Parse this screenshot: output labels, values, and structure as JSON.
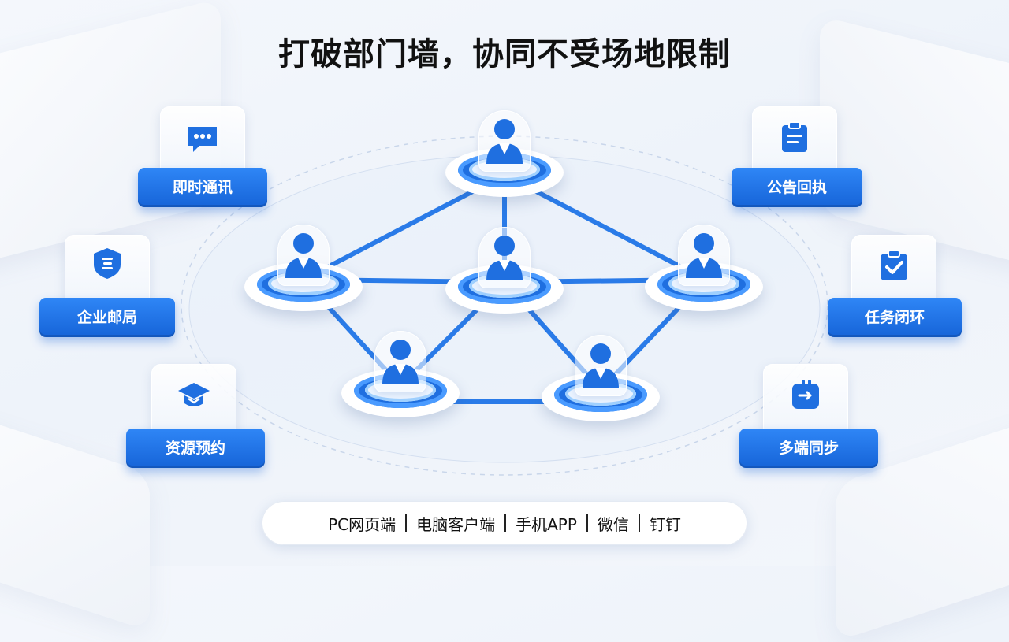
{
  "title": "打破部门墙，协同不受场地限制",
  "features": [
    {
      "label": "即时通讯",
      "icon": "chat-bubble-icon"
    },
    {
      "label": "企业邮局",
      "icon": "mail-shield-icon"
    },
    {
      "label": "资源预约",
      "icon": "mortarboard-icon"
    },
    {
      "label": "公告回执",
      "icon": "clipboard-icon"
    },
    {
      "label": "任务闭环",
      "icon": "checklist-icon"
    },
    {
      "label": "多端同步",
      "icon": "sync-device-icon"
    }
  ],
  "platforms": [
    "PC网页端",
    "电脑客户端",
    "手机APP",
    "微信",
    "钉钉"
  ],
  "colors": {
    "accent": "#1f6fe0",
    "label_bg": "#2f86f6",
    "line": "#2a7be8"
  }
}
